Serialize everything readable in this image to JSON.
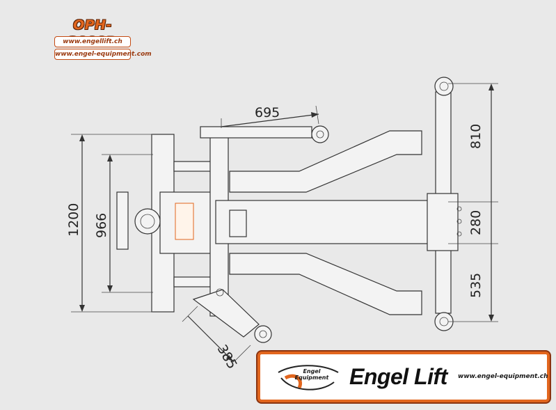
{
  "header": {
    "model": "OPH-3000D",
    "website_short": "www.engellift.ch",
    "website_long": "www.engel-equipment.com"
  },
  "dimensions": {
    "overall_width": "1200",
    "inner_width": "966",
    "top_arm_reach": "695",
    "bottom_arm_reach": "385",
    "upper_leg": "810",
    "center_span": "280",
    "lower_leg": "535"
  },
  "banner": {
    "logo_text": "Engel Equipment",
    "brand": "Engel Lift",
    "website": "www.engel-equipment.ch"
  },
  "colors": {
    "brand_orange": "#e2661e",
    "brand_dark": "#8a3410",
    "line": "#333333"
  }
}
